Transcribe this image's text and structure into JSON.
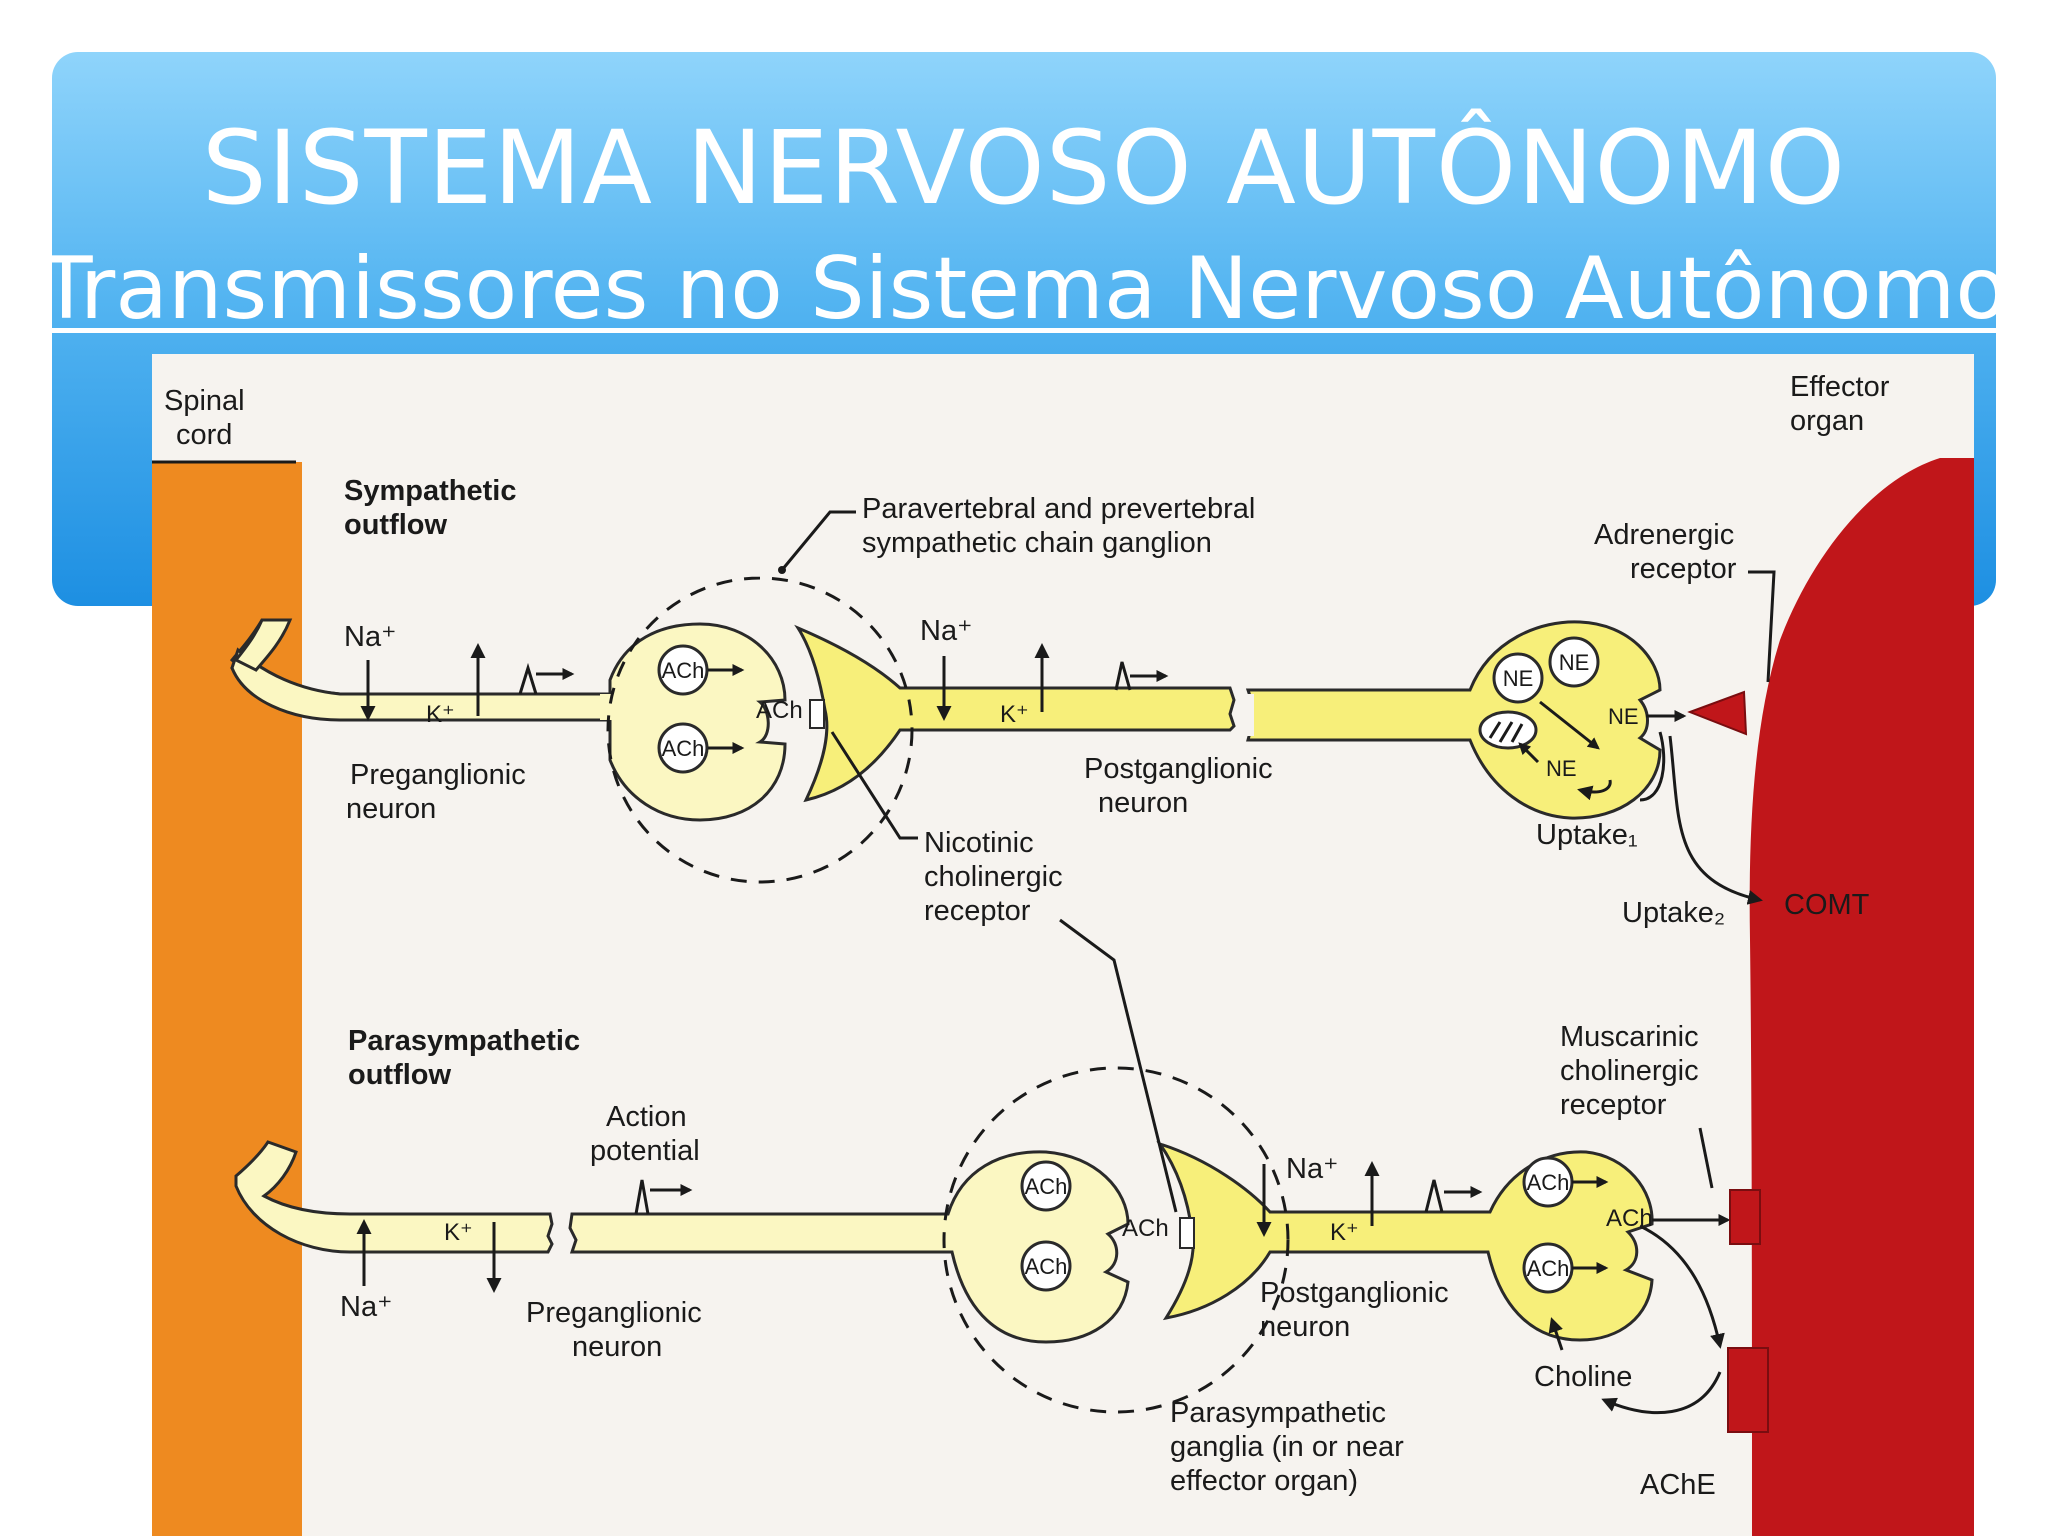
{
  "slide": {
    "title": "SISTEMA NERVOSO AUTÔNOMO",
    "subtitle": "Transmissores no Sistema Nervoso Autônomo"
  },
  "colors": {
    "header_top": "#8fd4fb",
    "header_bottom": "#1d8fe2",
    "spinal_cord": "#ee8a20",
    "effector_organ": "#c0161a",
    "preganglionic": "#fbf7c2",
    "postganglionic": "#f7ef7a"
  },
  "diagram": {
    "spinal_cord": [
      "Spinal",
      "cord"
    ],
    "effector_organ": [
      "Effector",
      "organ"
    ],
    "sympathetic": {
      "outflow": [
        "Sympathetic",
        "outflow"
      ],
      "ganglion": [
        "Paravertebral and prevertebral",
        "sympathetic chain ganglion"
      ],
      "na": "Na⁺",
      "k": "K⁺",
      "na2": "Na⁺",
      "k2": "K⁺",
      "preganglionic": [
        "Preganglionic",
        "neuron"
      ],
      "postganglionic": [
        "Postganglionic",
        "neuron"
      ],
      "nicotinic": [
        "Nicotinic",
        "cholinergic",
        "receptor"
      ],
      "ach": "ACh",
      "ach_vesicle": "ACh",
      "ne_vesicle": "NE",
      "ne_release": "NE",
      "ne_inner": "NE",
      "adrenergic": [
        "Adrenergic",
        "receptor"
      ],
      "uptake1": "Uptake₁",
      "uptake2": "Uptake₂",
      "comt": "COMT"
    },
    "parasympathetic": {
      "outflow": [
        "Parasympathetic",
        "outflow"
      ],
      "action_potential": [
        "Action",
        "potential"
      ],
      "k": "K⁺",
      "na": "Na⁺",
      "na2": "Na⁺",
      "k2": "K⁺",
      "preganglionic": [
        "Preganglionic",
        "neuron"
      ],
      "postganglionic": [
        "Postganglionic",
        "neuron"
      ],
      "ganglia": [
        "Parasympathetic",
        "ganglia (in or near",
        "effector organ)"
      ],
      "ach": "ACh",
      "ach2": "ACh",
      "ach_vesicle": "ACh",
      "muscarinic": [
        "Muscarinic",
        "cholinergic",
        "receptor"
      ],
      "choline": "Choline",
      "ache": "AChE"
    }
  }
}
